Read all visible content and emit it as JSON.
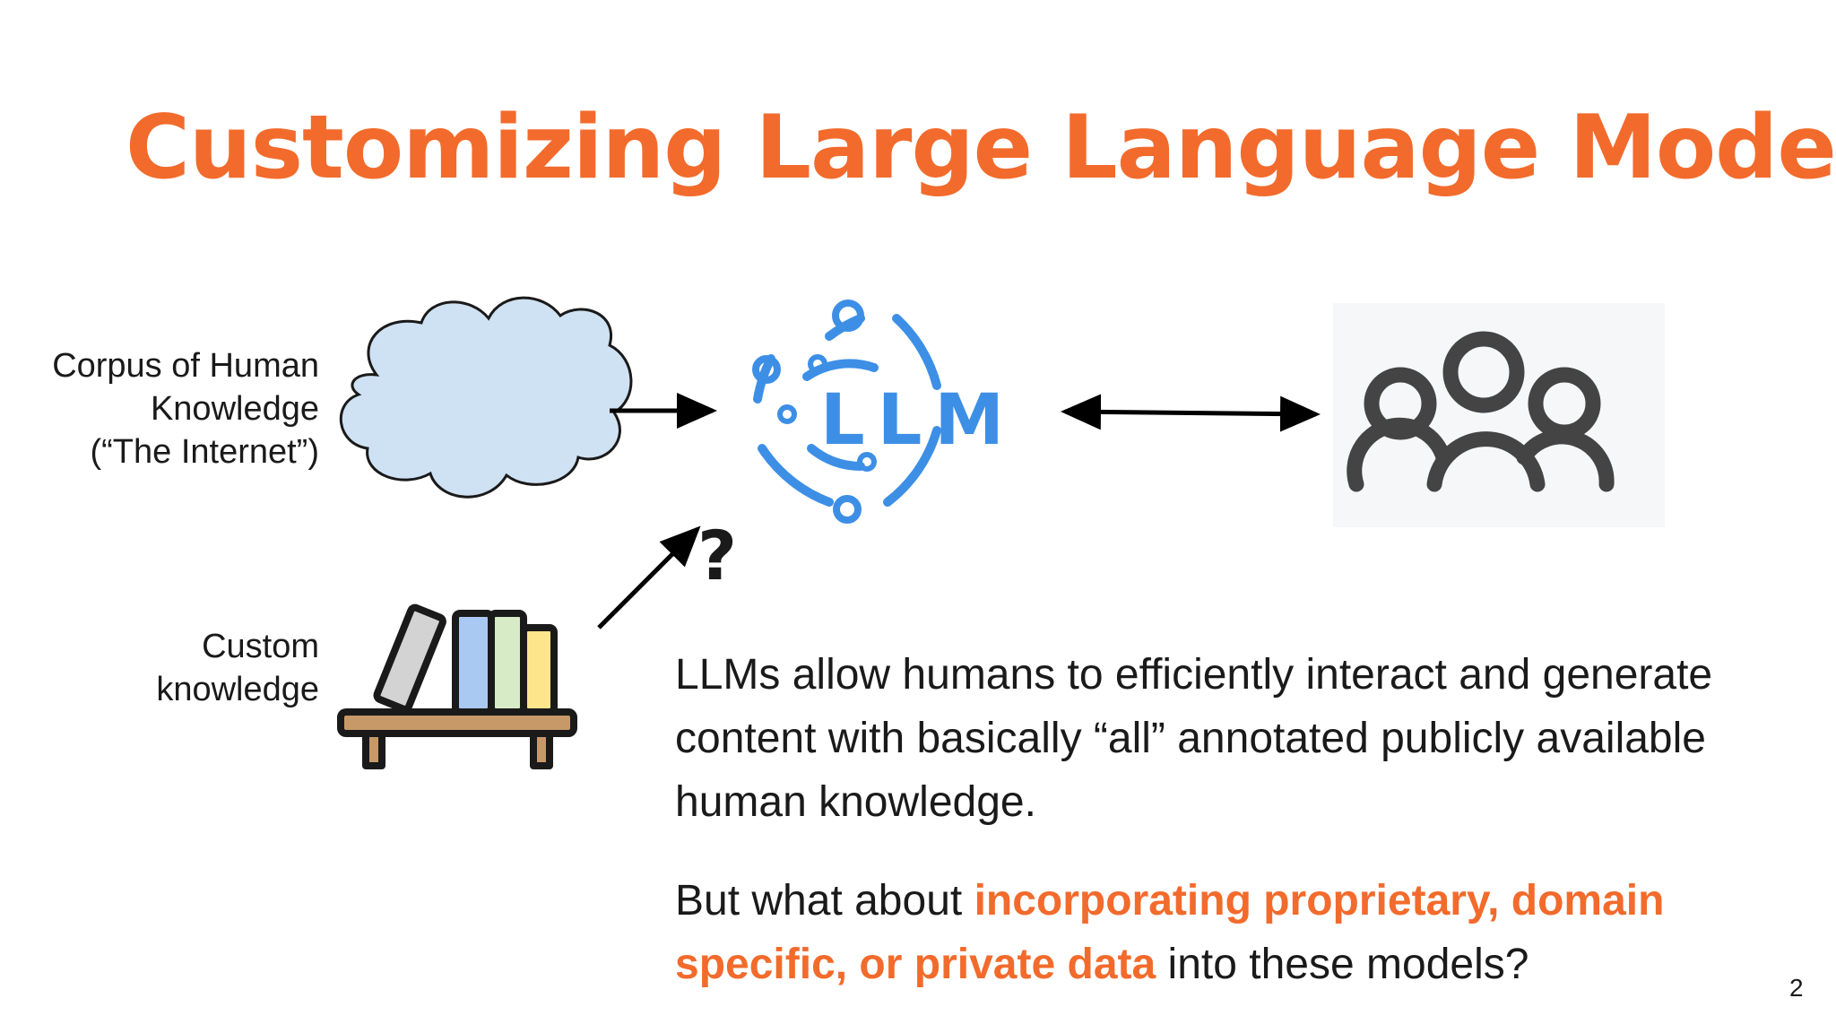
{
  "slide": {
    "title": "Customizing Large Language Models",
    "page_number": "2"
  },
  "diagram": {
    "corpus_label_lines": [
      "Corpus of Human",
      "Knowledge",
      "(“The Internet”)"
    ],
    "custom_label_lines": [
      "Custom",
      "knowledge"
    ],
    "llm_logo_text": "LLM",
    "question_mark": "?",
    "icons": [
      "cloud-icon",
      "bookshelf-icon",
      "llm-logo-icon",
      "people-icon"
    ],
    "colors": {
      "accent": "#f26b2c",
      "llm_blue": "#3d8fe6",
      "cloud_fill": "#cfe2f3",
      "people_gray": "#444444"
    }
  },
  "body": {
    "para1": "LLMs allow humans to efficiently interact and generate content with basically “all” annotated publicly available human knowledge.",
    "para2_prefix": "But what about ",
    "para2_highlight": "incorporating proprietary, domain specific, or private data",
    "para2_suffix": " into these models?"
  }
}
